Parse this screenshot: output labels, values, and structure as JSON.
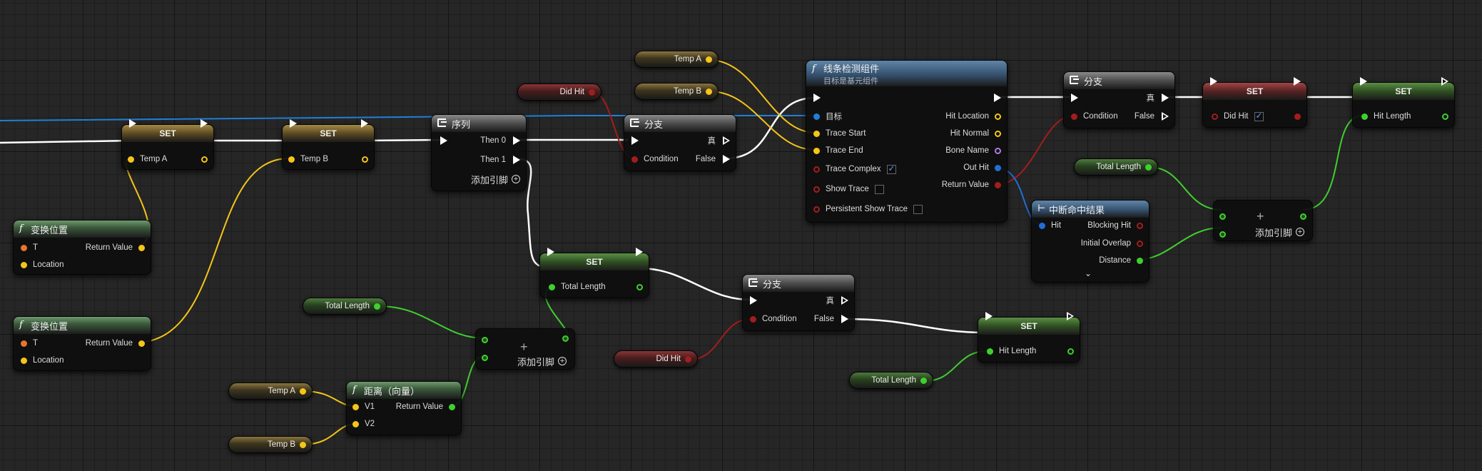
{
  "colors": {
    "exec": "#ffffff",
    "vector": "#f5c518",
    "bool": "#a31d1d",
    "float": "#3fcf2f",
    "object": "#1f7fd8",
    "name": "#b07be0",
    "struct": "#e8752a",
    "hit_struct": "#1f6fd8"
  },
  "nodes": {
    "set_temp_a": {
      "title": "SET",
      "pin": "Temp A"
    },
    "set_temp_b": {
      "title": "SET",
      "pin": "Temp B"
    },
    "transform1": {
      "title": "变换位置",
      "in_t": "T",
      "in_loc": "Location",
      "out": "Return Value"
    },
    "transform2": {
      "title": "变换位置",
      "in_t": "T",
      "in_loc": "Location",
      "out": "Return Value"
    },
    "sequence": {
      "title": "序列",
      "then0": "Then 0",
      "then1": "Then 1",
      "add": "添加引脚"
    },
    "branch1": {
      "title": "分支",
      "true_label": "真",
      "condition": "Condition",
      "false_label": "False"
    },
    "var_did_hit_1": {
      "label": "Did Hit"
    },
    "var_temp_a_1": {
      "label": "Temp A"
    },
    "var_temp_b_1": {
      "label": "Temp B"
    },
    "line_trace": {
      "title": "线条检测组件",
      "subtitle": "目标是基元组件",
      "target": "目标",
      "trace_start": "Trace Start",
      "trace_end": "Trace End",
      "trace_complex": "Trace Complex",
      "show_trace": "Show Trace",
      "persistent": "Persistent Show Trace",
      "hit_location": "Hit Location",
      "hit_normal": "Hit Normal",
      "bone_name": "Bone Name",
      "out_hit": "Out Hit",
      "return_value": "Return Value",
      "trace_complex_checked": true,
      "show_trace_checked": false,
      "persistent_checked": false
    },
    "branch2": {
      "title": "分支",
      "true_label": "真",
      "condition": "Condition",
      "false_label": "False"
    },
    "set_did_hit": {
      "title": "SET",
      "pin": "Did Hit",
      "checked": true
    },
    "set_hit_length_1": {
      "title": "SET",
      "pin": "Hit Length"
    },
    "var_total_length_1": {
      "label": "Total Length"
    },
    "break_hit": {
      "title": "中断命中结果",
      "hit": "Hit",
      "blocking": "Blocking Hit",
      "initial": "Initial Overlap",
      "distance": "Distance"
    },
    "add1": {
      "add": "添加引脚"
    },
    "set_total_length": {
      "title": "SET",
      "pin": "Total Length"
    },
    "branch3": {
      "title": "分支",
      "true_label": "真",
      "condition": "Condition",
      "false_label": "False"
    },
    "var_total_length_2": {
      "label": "Total Length"
    },
    "add2": {
      "add": "添加引脚"
    },
    "var_did_hit_2": {
      "label": "Did Hit"
    },
    "distance": {
      "title": "距离（向量）",
      "v1": "V1",
      "v2": "V2",
      "out": "Return Value"
    },
    "var_temp_a_2": {
      "label": "Temp A"
    },
    "var_temp_b_2": {
      "label": "Temp B"
    },
    "set_hit_length_2": {
      "title": "SET",
      "pin": "Hit Length"
    },
    "var_total_length_3": {
      "label": "Total Length"
    }
  }
}
